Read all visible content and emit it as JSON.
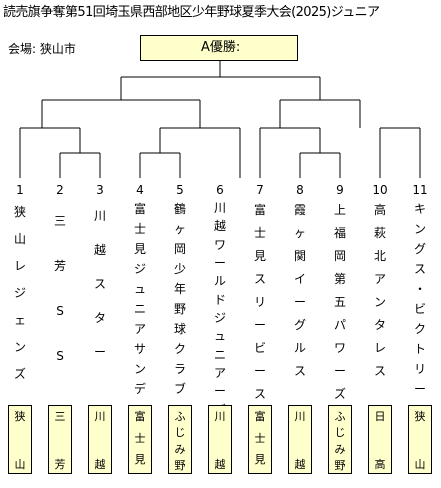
{
  "title": "読売旗争奪第51回埼玉県西部地区少年野球夏季大会(2025)ジュニア",
  "venue": "会場: 狭山市",
  "winner_label": "A優勝:",
  "teams": [
    {
      "no": "1",
      "name": "狭山レジェンズ",
      "short": "狭山"
    },
    {
      "no": "2",
      "name": "三芳SS",
      "short": "三芳"
    },
    {
      "no": "3",
      "name": "川越スター",
      "short": "川越"
    },
    {
      "no": "4",
      "name": "富士見ジュニアサンデー",
      "short": "富士見"
    },
    {
      "no": "5",
      "name": "鶴ヶ岡少年野球クラブ",
      "short": "ふじみ野"
    },
    {
      "no": "6",
      "name": "川越ワールドジュニアーズ",
      "short": "川越"
    },
    {
      "no": "7",
      "name": "富士見スリービース",
      "short": "富士見"
    },
    {
      "no": "8",
      "name": "霞ヶ関イーグルス",
      "short": "川越"
    },
    {
      "no": "9",
      "name": "上福岡第五パワーズ",
      "short": "ふじみ野"
    },
    {
      "no": "10",
      "name": "高萩北アンタレス",
      "short": "日高"
    },
    {
      "no": "11",
      "name": "キングス・ビクトリー",
      "short": "狭山"
    }
  ]
}
